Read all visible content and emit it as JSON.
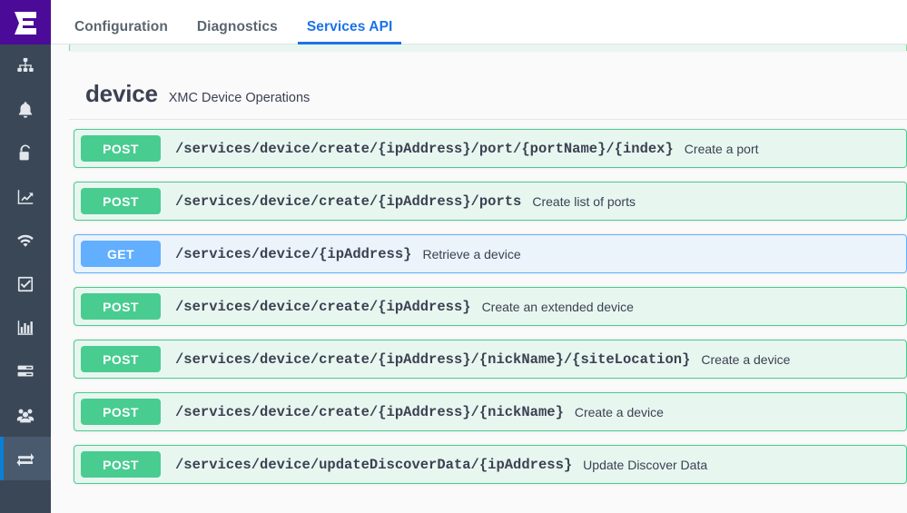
{
  "app": {
    "logo_icon": "extreme-networks-e-logo",
    "brand_color": "#4b0b98",
    "sidebar_bg": "#3a4757",
    "accent_blue": "#1a73e8",
    "post_color": "#49cc90",
    "get_color": "#61affe"
  },
  "sidebar": {
    "items": [
      {
        "name": "network-topology",
        "icon": "network-tree-icon",
        "active": false
      },
      {
        "name": "alarms",
        "icon": "bell-icon",
        "active": false
      },
      {
        "name": "control",
        "icon": "unlock-icon",
        "active": false
      },
      {
        "name": "analytics",
        "icon": "trend-chart-icon",
        "active": false
      },
      {
        "name": "wireless",
        "icon": "wifi-icon",
        "active": false
      },
      {
        "name": "compliance",
        "icon": "checkbox-check-icon",
        "active": false
      },
      {
        "name": "reports",
        "icon": "bar-chart-icon",
        "active": false
      },
      {
        "name": "tasks",
        "icon": "list-rows-icon",
        "active": false
      },
      {
        "name": "users",
        "icon": "users-group-icon",
        "active": false
      },
      {
        "name": "administration",
        "icon": "exchange-arrows-icon",
        "active": true
      }
    ]
  },
  "tabs": [
    {
      "label": "Configuration",
      "active": false
    },
    {
      "label": "Diagnostics",
      "active": false
    },
    {
      "label": "Services API",
      "active": true
    }
  ],
  "group": {
    "title": "device",
    "description": "XMC Device Operations"
  },
  "operations": [
    {
      "verb": "POST",
      "path": "/services/device/create/{ipAddress}/port/{portName}/{index}",
      "description": "Create a port"
    },
    {
      "verb": "POST",
      "path": "/services/device/create/{ipAddress}/ports",
      "description": "Create list of ports"
    },
    {
      "verb": "GET",
      "path": "/services/device/{ipAddress}",
      "description": "Retrieve a device"
    },
    {
      "verb": "POST",
      "path": "/services/device/create/{ipAddress}",
      "description": "Create an extended device"
    },
    {
      "verb": "POST",
      "path": "/services/device/create/{ipAddress}/{nickName}/{siteLocation}",
      "description": "Create a device"
    },
    {
      "verb": "POST",
      "path": "/services/device/create/{ipAddress}/{nickName}",
      "description": "Create a device"
    },
    {
      "verb": "POST",
      "path": "/services/device/updateDiscoverData/{ipAddress}",
      "description": "Update Discover Data"
    }
  ]
}
